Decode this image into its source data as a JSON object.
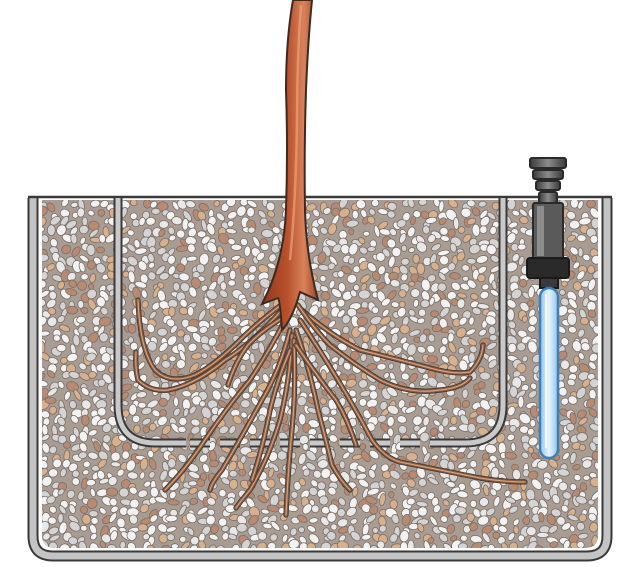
{
  "colors": {
    "background": "#ffffff",
    "outline": "#3a3a3a",
    "container_wall": "#b9b9b9",
    "container_wall_dark": "#8e8e8e",
    "substrate_base": "#a89c93",
    "pebble_light": "#f2f2f2",
    "pebble_mid": "#d4d4d4",
    "pebble_tan": "#d9b08c",
    "pebble_brown": "#b98a72",
    "trunk": "#b8502c",
    "trunk_highlight": "#d9825a",
    "root": "#8a5a3e",
    "root_highlight": "#d9a07a",
    "sensor_body": "#4a4a4a",
    "sensor_body_light": "#8c8c8c",
    "sensor_tube": "#bfe0f5",
    "sensor_tube_edge": "#3f7fb5"
  },
  "elements": {
    "outer_container": "outer-container",
    "inner_pot": "inner-mesh-pot",
    "substrate": "pebble-substrate",
    "trunk": "plant-trunk",
    "roots": "root-system",
    "sensor": "water-level-sensor"
  }
}
